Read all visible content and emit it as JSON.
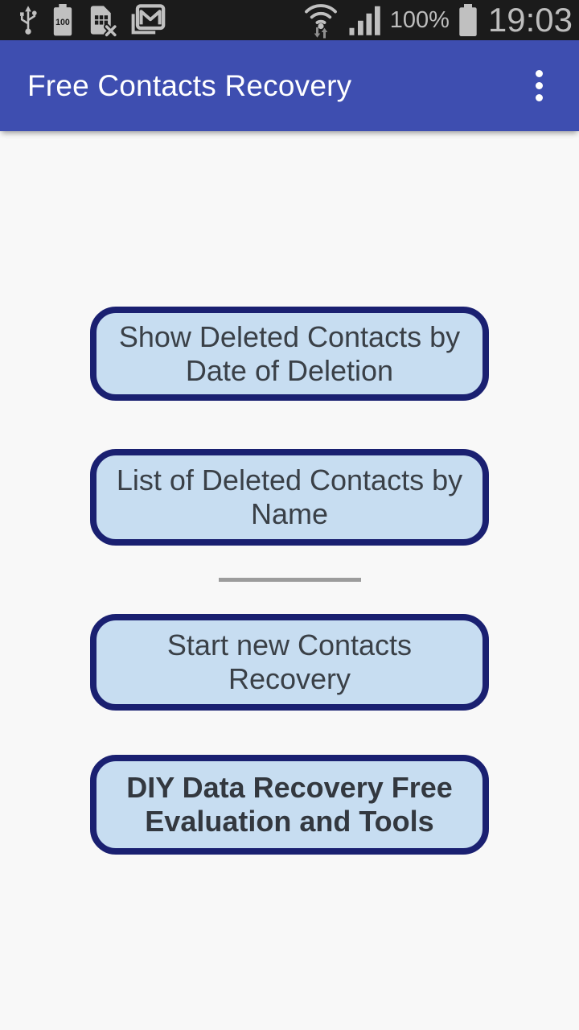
{
  "status_bar": {
    "time": "19:03",
    "battery_percent": "100%",
    "battery_level_label": "100",
    "left_icons": [
      "usb-icon",
      "battery-level-icon",
      "no-sim-icon",
      "gmail-icon"
    ],
    "right_icons": [
      "wifi-traffic-icon",
      "signal-strength-icon",
      "battery-full-icon"
    ],
    "colors": {
      "background": "#1b1b1b",
      "icon": "#c0c0c0",
      "text": "#bdbdbd"
    }
  },
  "app_bar": {
    "title": "Free Contacts Recovery",
    "menu_icon": "overflow-menu-icon",
    "colors": {
      "background": "#3e4eb0",
      "text": "#ffffff"
    }
  },
  "main": {
    "buttons": [
      {
        "label": "Show Deleted Contacts by\nDate of Deletion",
        "bold": false
      },
      {
        "label": "List of Deleted Contacts by\nName",
        "bold": false
      },
      {
        "label": "Start new Contacts\nRecovery",
        "bold": false
      },
      {
        "label": "DIY Data Recovery Free\nEvaluation and Tools",
        "bold": true
      }
    ],
    "colors": {
      "background": "#f8f8f8",
      "button_fill": "#c7ddf1",
      "button_border": "#1a2071",
      "button_text": "#3a4047",
      "divider": "#9c9c9c"
    }
  }
}
